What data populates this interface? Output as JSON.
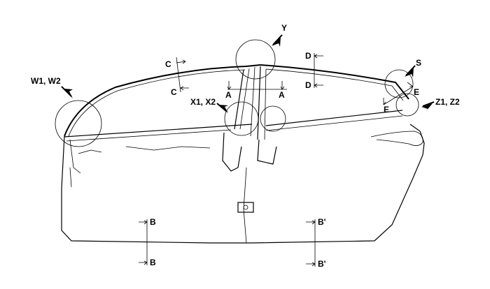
{
  "diagram": {
    "labels": {
      "w": "W1, W2",
      "y": "Y",
      "x": "X1, X2",
      "s": "S",
      "z": "Z1, Z2",
      "c_top": "C",
      "c_bot": "C",
      "a_left": "A",
      "a_right": "A",
      "d_top": "D",
      "d_bot": "D",
      "e_right": "E",
      "e_left": "E",
      "b_top": "B",
      "b_bot": "B",
      "bp_top": "B'",
      "bp_bot": "B'"
    }
  }
}
